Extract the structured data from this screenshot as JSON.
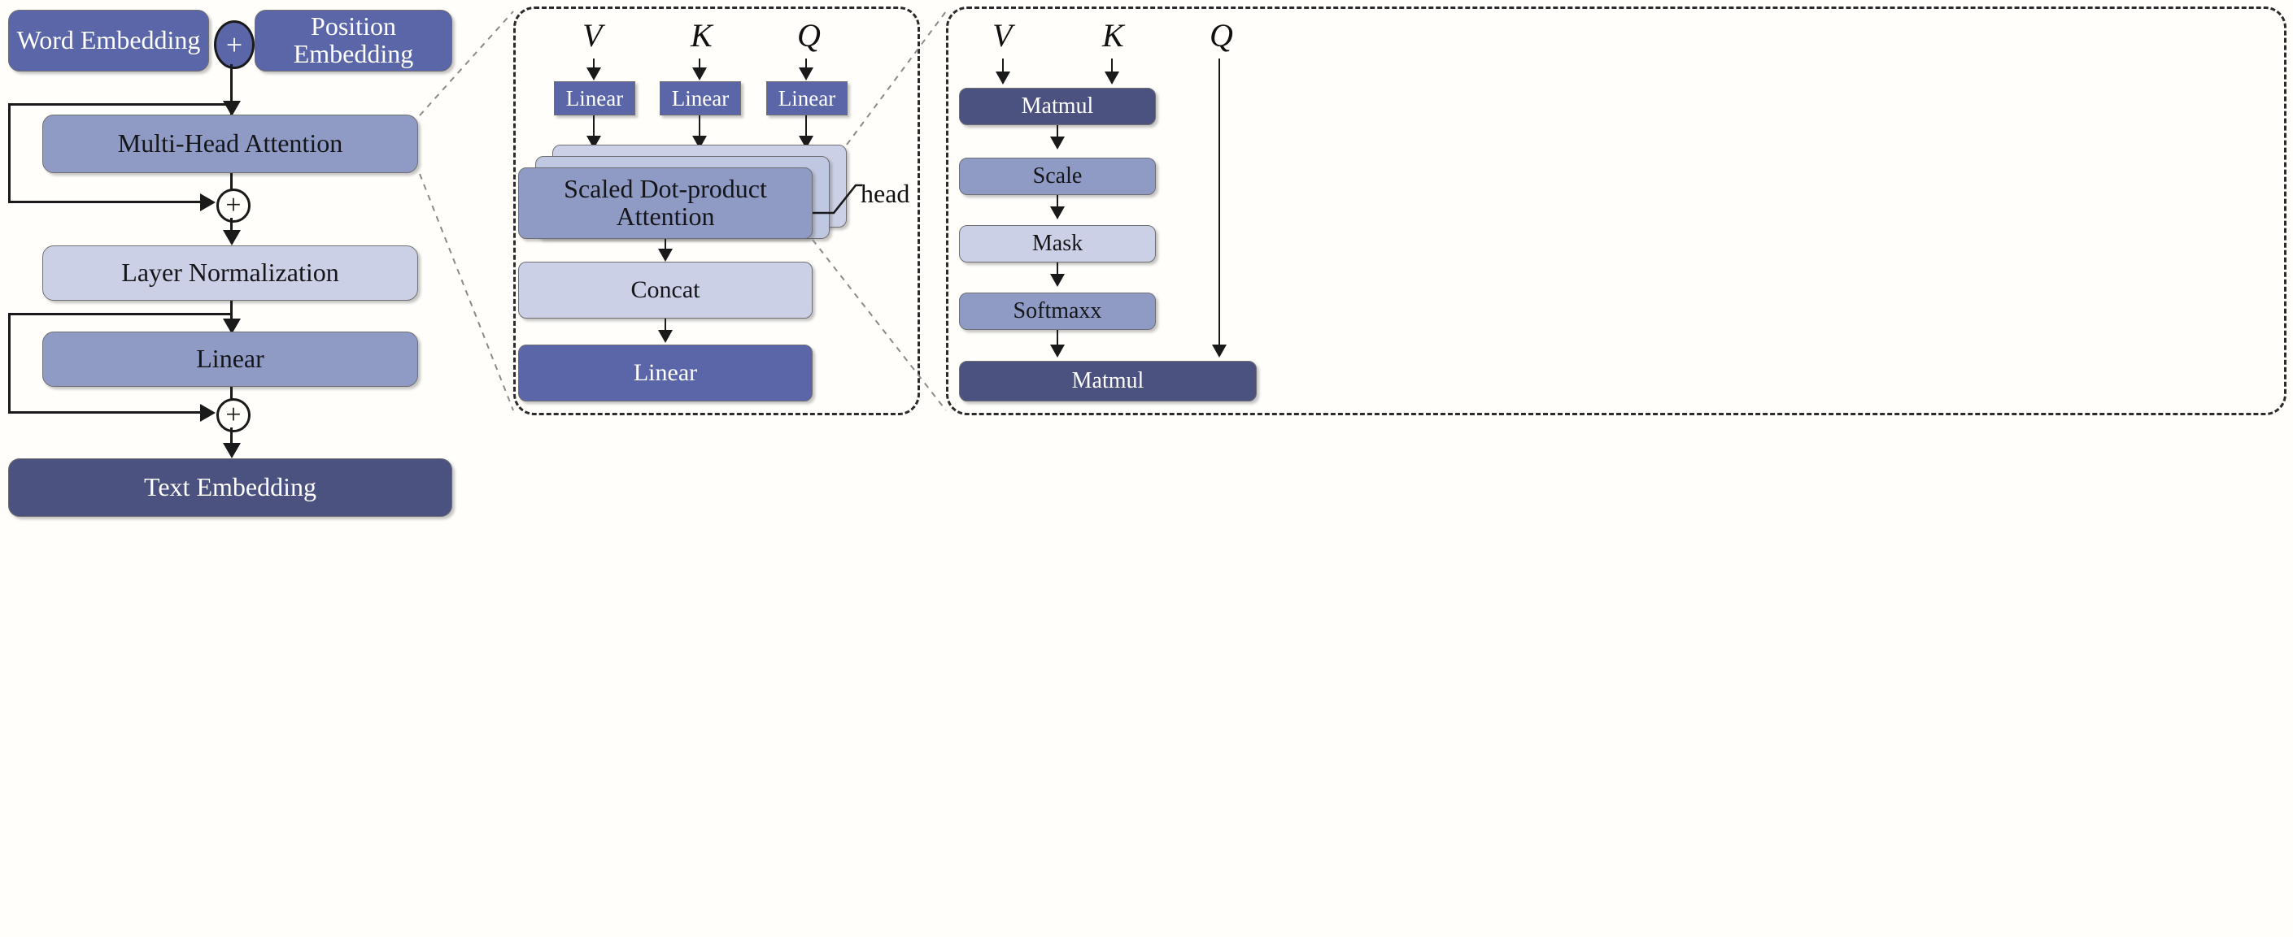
{
  "figure": {
    "type": "diagram",
    "subject": "Transformer text-encoder architecture with progressive zoom-in of Multi-Head Attention and Scaled Dot-product Attention",
    "panels": 3
  },
  "colors": {
    "mid_blue": "#5b66a8",
    "light_blue": "#8f9bc4",
    "pale_lavender": "#ccd0e6",
    "dark_navy": "#4c527f",
    "stroke": "#6f6f72",
    "line": "#1a1a1a",
    "background": "#fffefb"
  },
  "left_panel": {
    "name": "encoder-block",
    "word_embedding": "Word Embedding",
    "position_embedding": "Position Embedding",
    "add_symbol_top": "+",
    "multi_head_attention": "Multi-Head Attention",
    "add_symbol_1": "+",
    "layer_normalization": "Layer Normalization",
    "linear": "Linear",
    "add_symbol_2": "+",
    "text_embedding": "Text Embedding"
  },
  "middle_panel": {
    "name": "multi-head-attention-detail",
    "inputs": [
      "V",
      "K",
      "Q"
    ],
    "linear_v": "Linear",
    "linear_k": "Linear",
    "linear_q": "Linear",
    "scaled_dot_product_attention": "Scaled Dot-product Attention",
    "head_label": "head",
    "head_stack_count": 3,
    "concat": "Concat",
    "output_linear": "Linear"
  },
  "right_panel": {
    "name": "scaled-dot-product-attention-detail",
    "inputs": [
      "V",
      "K",
      "Q"
    ],
    "matmul_top": "Matmul",
    "scale": "Scale",
    "mask": "Mask",
    "softmax": "Softmaxx",
    "matmul_bottom": "Matmul"
  }
}
